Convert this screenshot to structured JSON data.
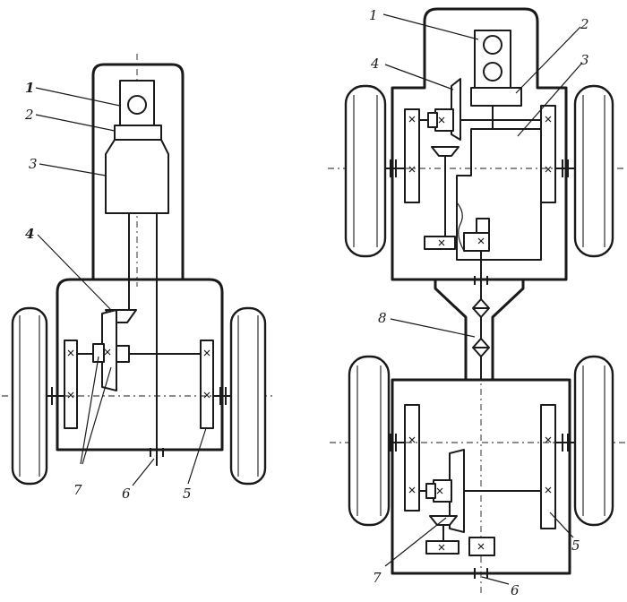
{
  "left_scheme": {
    "labels": {
      "engine_cylinder": "1",
      "clutch": "2",
      "gearbox": "3",
      "bevel_gear": "4",
      "final_drive": "5",
      "pto_shaft": "6",
      "differential": "7"
    }
  },
  "right_scheme": {
    "labels": {
      "engine_cylinders": "1",
      "clutch": "2",
      "gearbox": "3",
      "bevel_gear": "4",
      "final_drive": "5",
      "pto_shaft": "6",
      "differential": "7",
      "cardan_shaft": "8"
    }
  }
}
